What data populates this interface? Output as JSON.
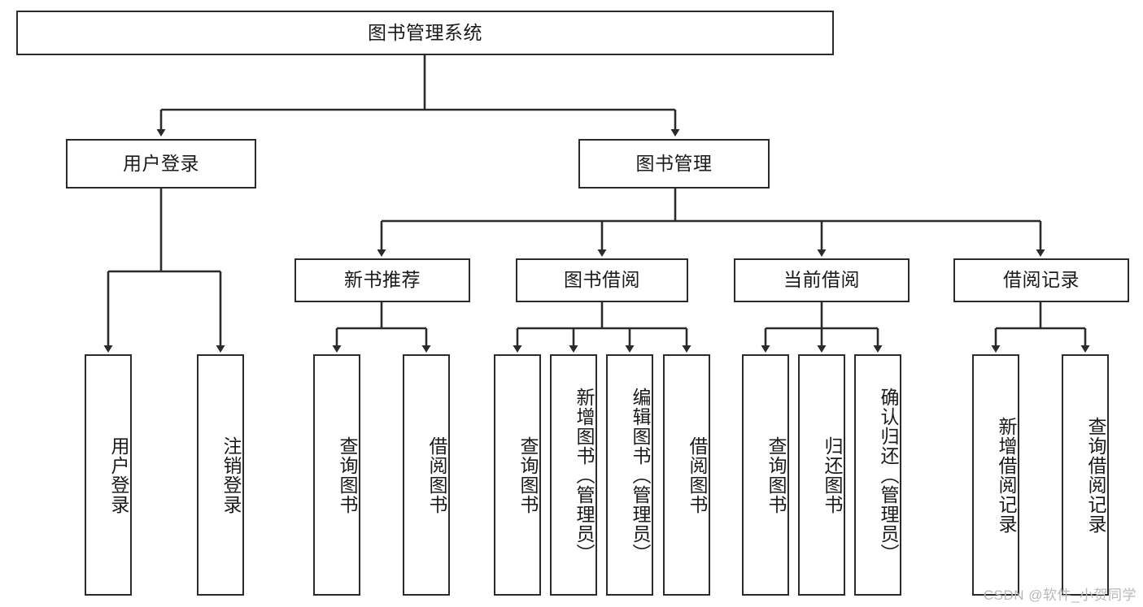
{
  "diagram": {
    "title": "图书管理系统",
    "type": "tree-hierarchy",
    "root": {
      "label": "图书管理系统"
    },
    "level2": [
      {
        "label": "用户登录"
      },
      {
        "label": "图书管理"
      }
    ],
    "level3": [
      {
        "label": "新书推荐"
      },
      {
        "label": "图书借阅"
      },
      {
        "label": "当前借阅"
      },
      {
        "label": "借阅记录"
      }
    ],
    "leaves": {
      "user_login": [
        {
          "label": "用户登录"
        },
        {
          "label": "注销登录"
        }
      ],
      "new_book_recommend": [
        {
          "label": "查询图书"
        },
        {
          "label": "借阅图书"
        }
      ],
      "book_borrow": [
        {
          "label": "查询图书"
        },
        {
          "label": "新增图书（管理员）"
        },
        {
          "label": "编辑图书（管理员）"
        },
        {
          "label": "借阅图书"
        }
      ],
      "current_borrow": [
        {
          "label": "查询图书"
        },
        {
          "label": "归还图书"
        },
        {
          "label": "确认归还（管理员）"
        }
      ],
      "borrow_record": [
        {
          "label": "新增借阅记录"
        },
        {
          "label": "查询借阅记录"
        }
      ]
    }
  },
  "watermark": {
    "text": "CSDN @软件_小贺同学"
  },
  "colors": {
    "stroke": "#2b2b2b",
    "node_fill": "#ffffff",
    "text": "#1a1a1a",
    "watermark": "#b8b8b8",
    "background": "#ffffff"
  }
}
